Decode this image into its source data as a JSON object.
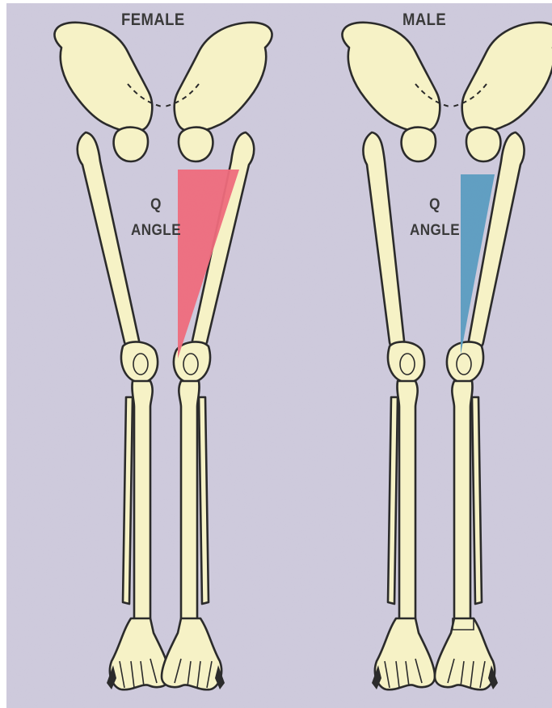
{
  "figure": {
    "female": {
      "title": "FEMALE",
      "q_label": "Q",
      "angle_label": "ANGLE"
    },
    "male": {
      "title": "MALE",
      "q_label": "Q",
      "angle_label": "ANGLE"
    }
  },
  "colors": {
    "background": "#cfcbdd",
    "bone": "#f6f2c6",
    "outline": "#2b2b2b",
    "female_angle": "#ee6b7c",
    "male_angle": "#5b9cc0"
  },
  "icons": [
    "skeleton-legs-female",
    "skeleton-legs-male"
  ]
}
